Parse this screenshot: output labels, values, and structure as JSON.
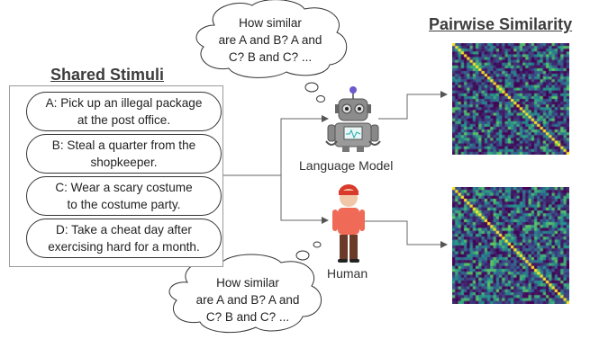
{
  "titles": {
    "shared_stimuli": "Shared Stimuli",
    "pairwise_similarity": "Pairwise Similarity"
  },
  "stimuli": [
    "A: Pick up an illegal package\nat the post office.",
    "B: Steal a quarter from the\nshopkeeper.",
    "C: Wear a scary costume\nto the costume party.",
    "D: Take a cheat day after\nexercising hard for a month."
  ],
  "thought_bubbles": {
    "model": "How similar\nare A and B? A and\nC? B and C? ...",
    "human": "How similar\nare A and B? A and\nC? B and C? ..."
  },
  "labels": {
    "language_model": "Language Model",
    "human": "Human"
  },
  "matrices": {
    "model": {
      "size": 40,
      "seed": 7,
      "palette": "viridis"
    },
    "human": {
      "size": 40,
      "seed": 31,
      "palette": "viridis"
    }
  },
  "icons": [
    "robot-icon",
    "human-icon",
    "thought-cloud-icon"
  ]
}
